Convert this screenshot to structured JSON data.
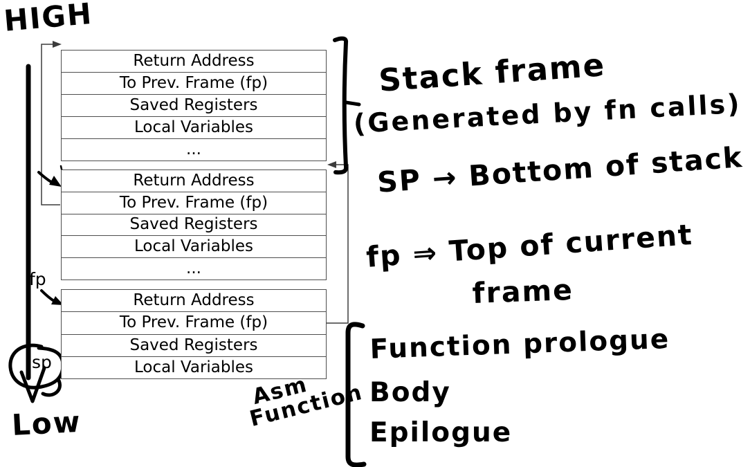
{
  "labels": {
    "high": "HIGH",
    "low": "Low",
    "fp": "fp",
    "sp": "sp"
  },
  "frames": [
    {
      "rows": [
        "Return Address",
        "To Prev. Frame (fp)",
        "Saved Registers",
        "Local Variables",
        "..."
      ]
    },
    {
      "rows": [
        "Return Address",
        "To Prev. Frame (fp)",
        "Saved Registers",
        "Local Variables",
        "..."
      ]
    },
    {
      "rows": [
        "Return Address",
        "To Prev. Frame (fp)",
        "Saved Registers",
        "Local Variables"
      ]
    }
  ],
  "annotations": {
    "stack_frame": "Stack frame",
    "generated": "(Generated by fn calls)",
    "sp_note": "SP → Bottom of stack",
    "fp_note_line1": "fp ⇒ Top of current",
    "fp_note_line2": "frame",
    "asm_line1": "Asm",
    "asm_line2": "Function",
    "prologue": "Function prologue",
    "body": "Body",
    "epilogue": "Epilogue"
  },
  "colors": {
    "ink": "#000000",
    "box_line": "#4d4d4d",
    "background": "#ffffff"
  }
}
